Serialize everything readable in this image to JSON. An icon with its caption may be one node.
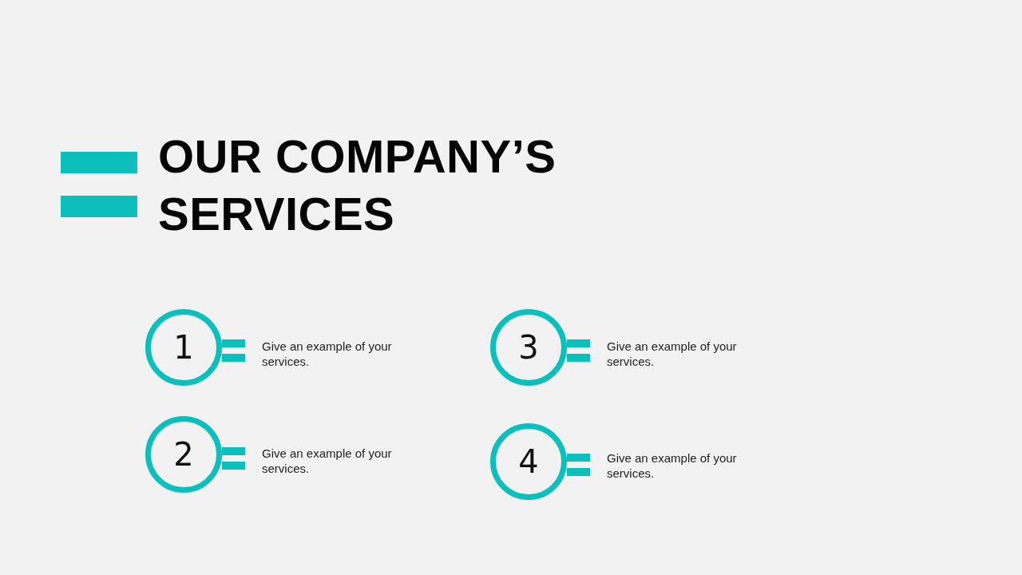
{
  "diagram": {
    "title": "OUR COMPANY’S SERVICES",
    "nodes": [
      {
        "text": [
          "1"
        ],
        "beside": [
          "Give an example of your services."
        ]
      },
      {
        "text": [
          "2"
        ],
        "beside": [
          "Give an example of your services."
        ]
      },
      {
        "text": [
          "3"
        ],
        "beside": [
          "Give an example of your services."
        ]
      },
      {
        "text": [
          "4"
        ],
        "beside": [
          "Give an example of your services."
        ]
      }
    ]
  }
}
